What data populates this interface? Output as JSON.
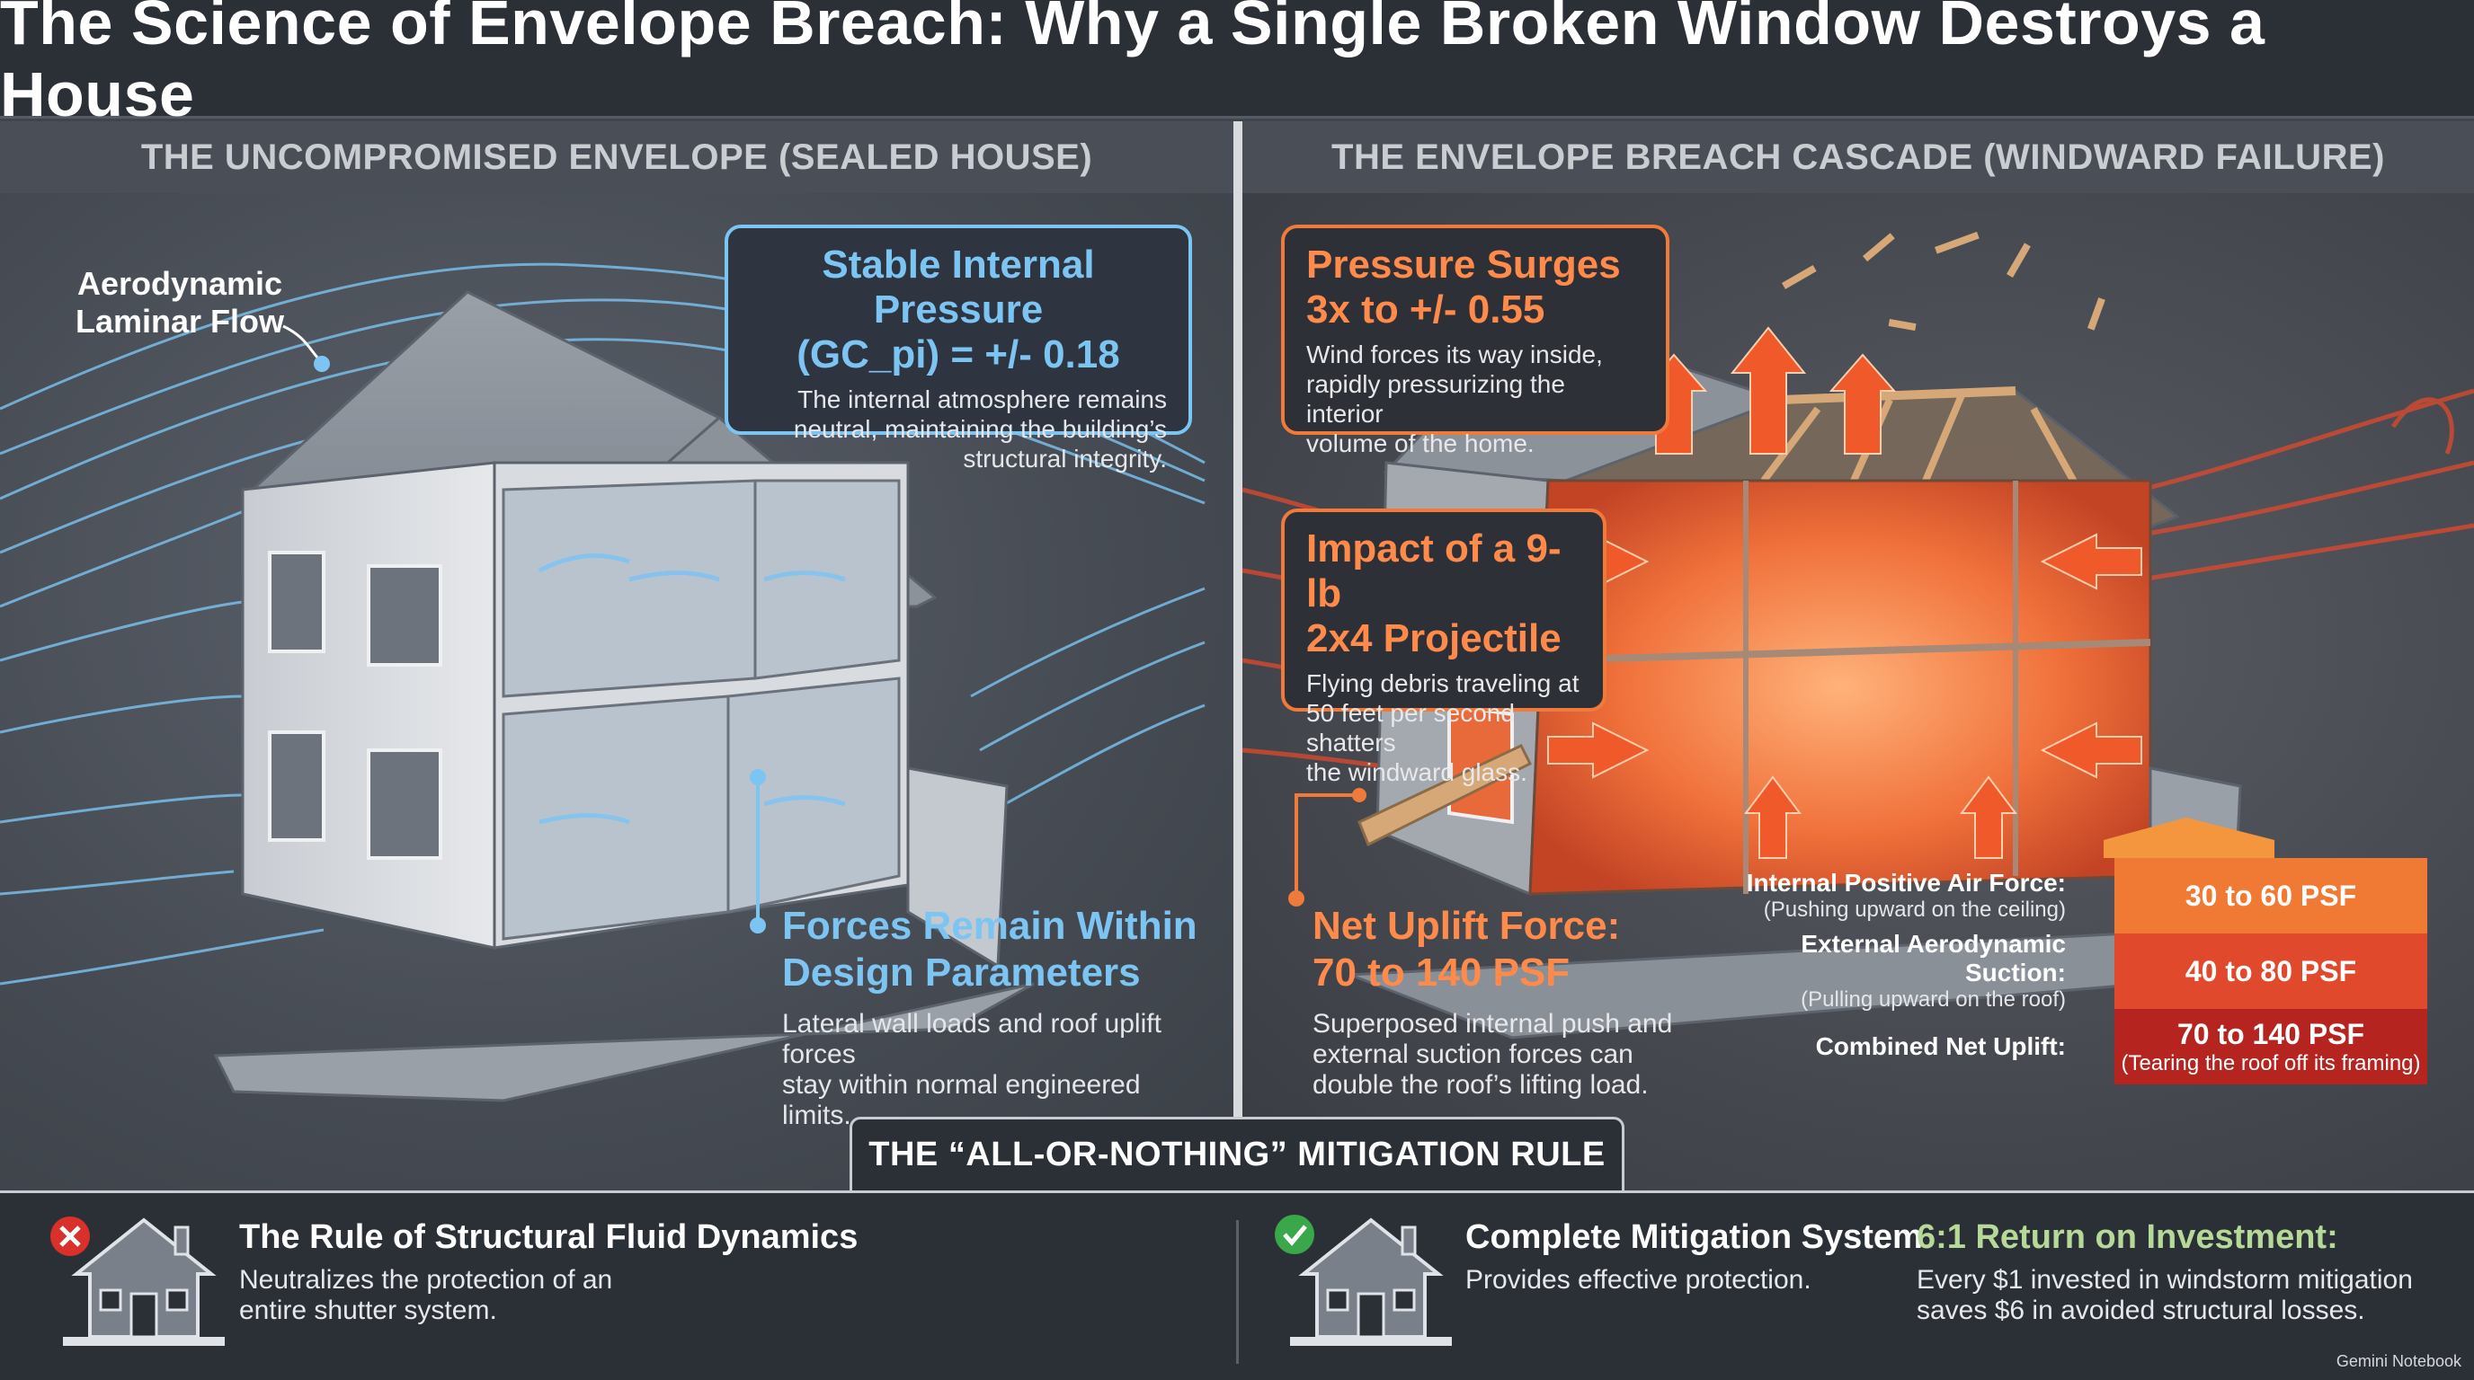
{
  "title": "The Science of Envelope Breach: Why a Single Broken Window Destroys a House",
  "left_panel": {
    "header": "THE UNCOMPROMISED ENVELOPE (SEALED HOUSE)",
    "flow_label_line1": "Aerodynamic",
    "flow_label_line2": "Laminar Flow",
    "pressure_callout": {
      "title_line1": "Stable Internal Pressure",
      "title_line2": "(GC_pi) = +/- 0.18",
      "desc_line1": "The internal atmosphere remains",
      "desc_line2": "neutral, maintaining the building’s",
      "desc_line3": "structural integrity."
    },
    "forces_block": {
      "title_line1": "Forces Remain Within",
      "title_line2": "Design Parameters",
      "desc_line1": "Lateral wall loads and roof uplift forces",
      "desc_line2": "stay within normal engineered limits."
    }
  },
  "right_panel": {
    "header": "THE ENVELOPE BREACH CASCADE (WINDWARD FAILURE)",
    "surge_callout": {
      "title_line1": "Pressure Surges",
      "title_line2": "3x to +/- 0.55",
      "desc_line1": "Wind forces its way inside,",
      "desc_line2": "rapidly pressurizing the interior",
      "desc_line3": "volume of the home."
    },
    "impact_callout": {
      "title_line1": "Impact of a 9-lb",
      "title_line2": "2x4 Projectile",
      "desc_line1": "Flying debris traveling at",
      "desc_line2": "50 feet per second shatters",
      "desc_line3": "the windward glass."
    },
    "uplift_block": {
      "title_line1": "Net Uplift Force:",
      "title_line2": "70 to 140 PSF",
      "desc_line1": "Superposed internal push and",
      "desc_line2": "external suction forces can",
      "desc_line3": "double the roof’s lifting load."
    },
    "force_table": [
      {
        "label": "Internal Positive Air Force:",
        "sub": "(Pushing upward on the ceiling)",
        "value": "30 to 60 PSF",
        "value_sub": "",
        "color": "#f07a34"
      },
      {
        "label": "External Aerodynamic Suction:",
        "sub": "(Pulling upward on the roof)",
        "value": "40 to 80 PSF",
        "value_sub": "",
        "color": "#e1492c"
      },
      {
        "label": "Combined Net Uplift:",
        "sub": "",
        "value": "70 to 140 PSF",
        "value_sub": "(Tearing the roof off its framing)",
        "color": "#b5241f"
      }
    ]
  },
  "mitigation_rule": "THE “ALL-OR-NOTHING” MITIGATION RULE",
  "footer": {
    "left": {
      "title": "The Rule of Structural Fluid Dynamics",
      "desc_line1": "Neutralizes the protection of an",
      "desc_line2": "entire shutter system."
    },
    "right": {
      "title": "Complete Mitigation System",
      "desc": "Provides effective protection.",
      "roi_title": "6:1 Return on Investment:",
      "roi_line1": "Every $1 invested in windstorm mitigation",
      "roi_line2": "saves $6 in avoided structural losses."
    },
    "watermark": "Gemini Notebook"
  },
  "colors": {
    "blue_accent": "#7cc4f2",
    "orange_accent": "#ff8a4a",
    "roi_green": "#b6d99a",
    "fail_red": "#d9302c",
    "pass_green": "#3aa84a"
  }
}
